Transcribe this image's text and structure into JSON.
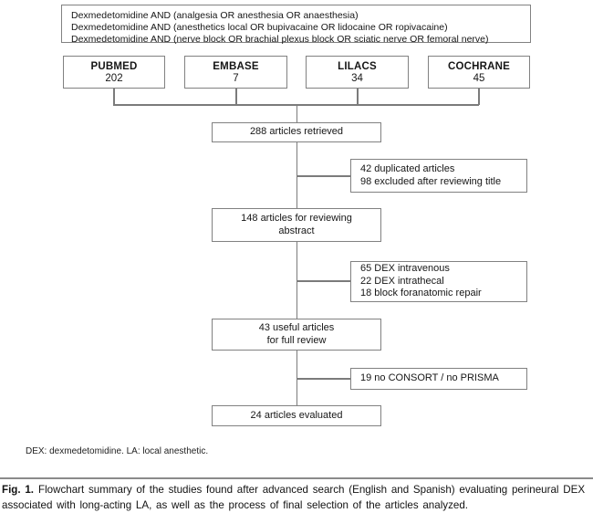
{
  "search_queries": {
    "lines": [
      "Dexmedetomidine AND (analgesia OR anesthesia OR anaesthesia)",
      "Dexmedetomidine AND (anesthetics local OR bupivacaine OR lidocaine OR ropivacaine)",
      "Dexmedetomidine AND (nerve block OR brachial plexus block OR sciatic nerve OR femoral nerve)"
    ]
  },
  "databases": [
    {
      "name": "PUBMED",
      "count": "202"
    },
    {
      "name": "EMBASE",
      "count": "7"
    },
    {
      "name": "LILACS",
      "count": "34"
    },
    {
      "name": "COCHRANE",
      "count": "45"
    }
  ],
  "flow": {
    "retrieved": "288 articles retrieved",
    "excluded_title": [
      "42 duplicated articles",
      "98 excluded after reviewing title"
    ],
    "abstract_review": [
      "148 articles for reviewing",
      "abstract"
    ],
    "excluded_abstract": [
      "65 DEX intravenous",
      "22 DEX intrathecal",
      "18 block foranatomic repair"
    ],
    "full_review": [
      "43 useful articles",
      "for full review"
    ],
    "excluded_full": "19 no CONSORT / no PRISMA",
    "evaluated": "24 articles evaluated"
  },
  "footnote": "DEX: dexmedetomidine. LA: local anesthetic.",
  "caption": {
    "label": "Fig. 1.",
    "line1": "Flowchart summary of the studies found after advanced search (English and Spanish) evaluating perineural DEX",
    "line2": "associated with long-acting LA, as well as the process of final selection of the articles analyzed."
  },
  "colors": {
    "border": "#818181",
    "connector": "#7b7b7b",
    "text": "#161616"
  }
}
